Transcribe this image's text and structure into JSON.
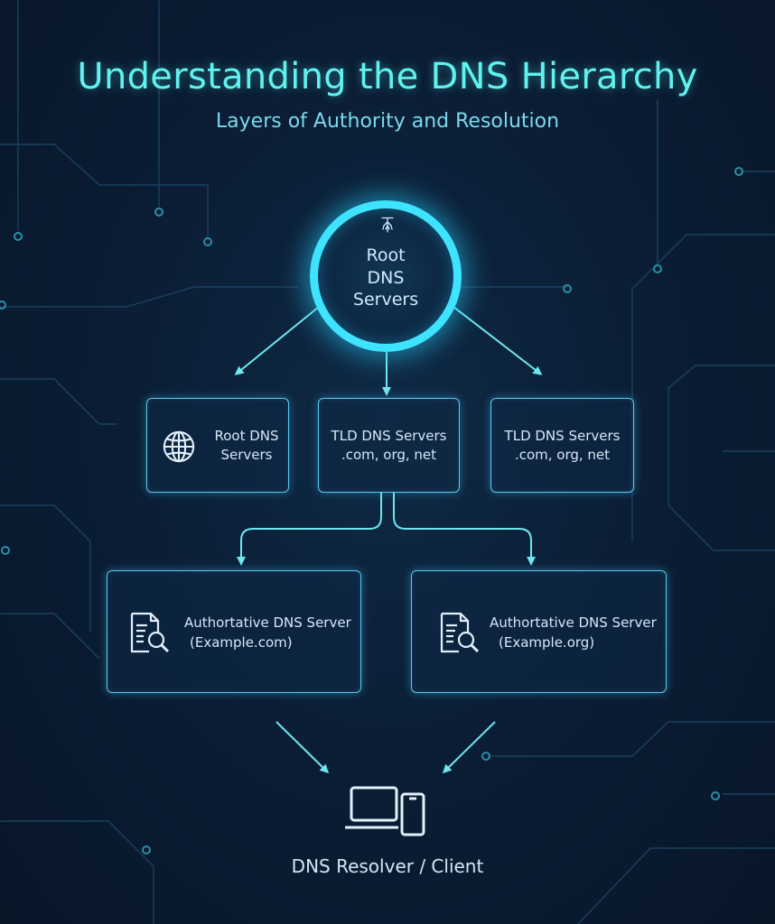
{
  "header": {
    "title": "Understanding the DNS Hierarchy",
    "subtitle": "Layers of Authority and Resolution"
  },
  "root_node": {
    "label_lines": [
      "Root",
      "DNS",
      "Servers"
    ],
    "icon": "root-tree-icon"
  },
  "tier2": [
    {
      "lines": [
        "Root DNS",
        "Servers"
      ],
      "icon": "globe-icon"
    },
    {
      "lines": [
        "TLD DNS Servers",
        ".com, org, net"
      ]
    },
    {
      "lines": [
        "TLD DNS Servers",
        ".com, org, net"
      ]
    }
  ],
  "tier3": [
    {
      "lines": [
        "Authortative DNS Server",
        "(Example.com)"
      ],
      "icon": "document-search-icon"
    },
    {
      "lines": [
        "Authortative DNS Server",
        "(Example.org)"
      ],
      "icon": "document-search-icon"
    }
  ],
  "client": {
    "label": "DNS Resolver / Client",
    "icon": "laptop-phone-icon"
  },
  "colors": {
    "accent": "#3ee3ff",
    "title": "#5ff2ee",
    "box_border": "#5ec8ee",
    "arrow": "#6ee7f0",
    "background": "#0b1e36"
  }
}
